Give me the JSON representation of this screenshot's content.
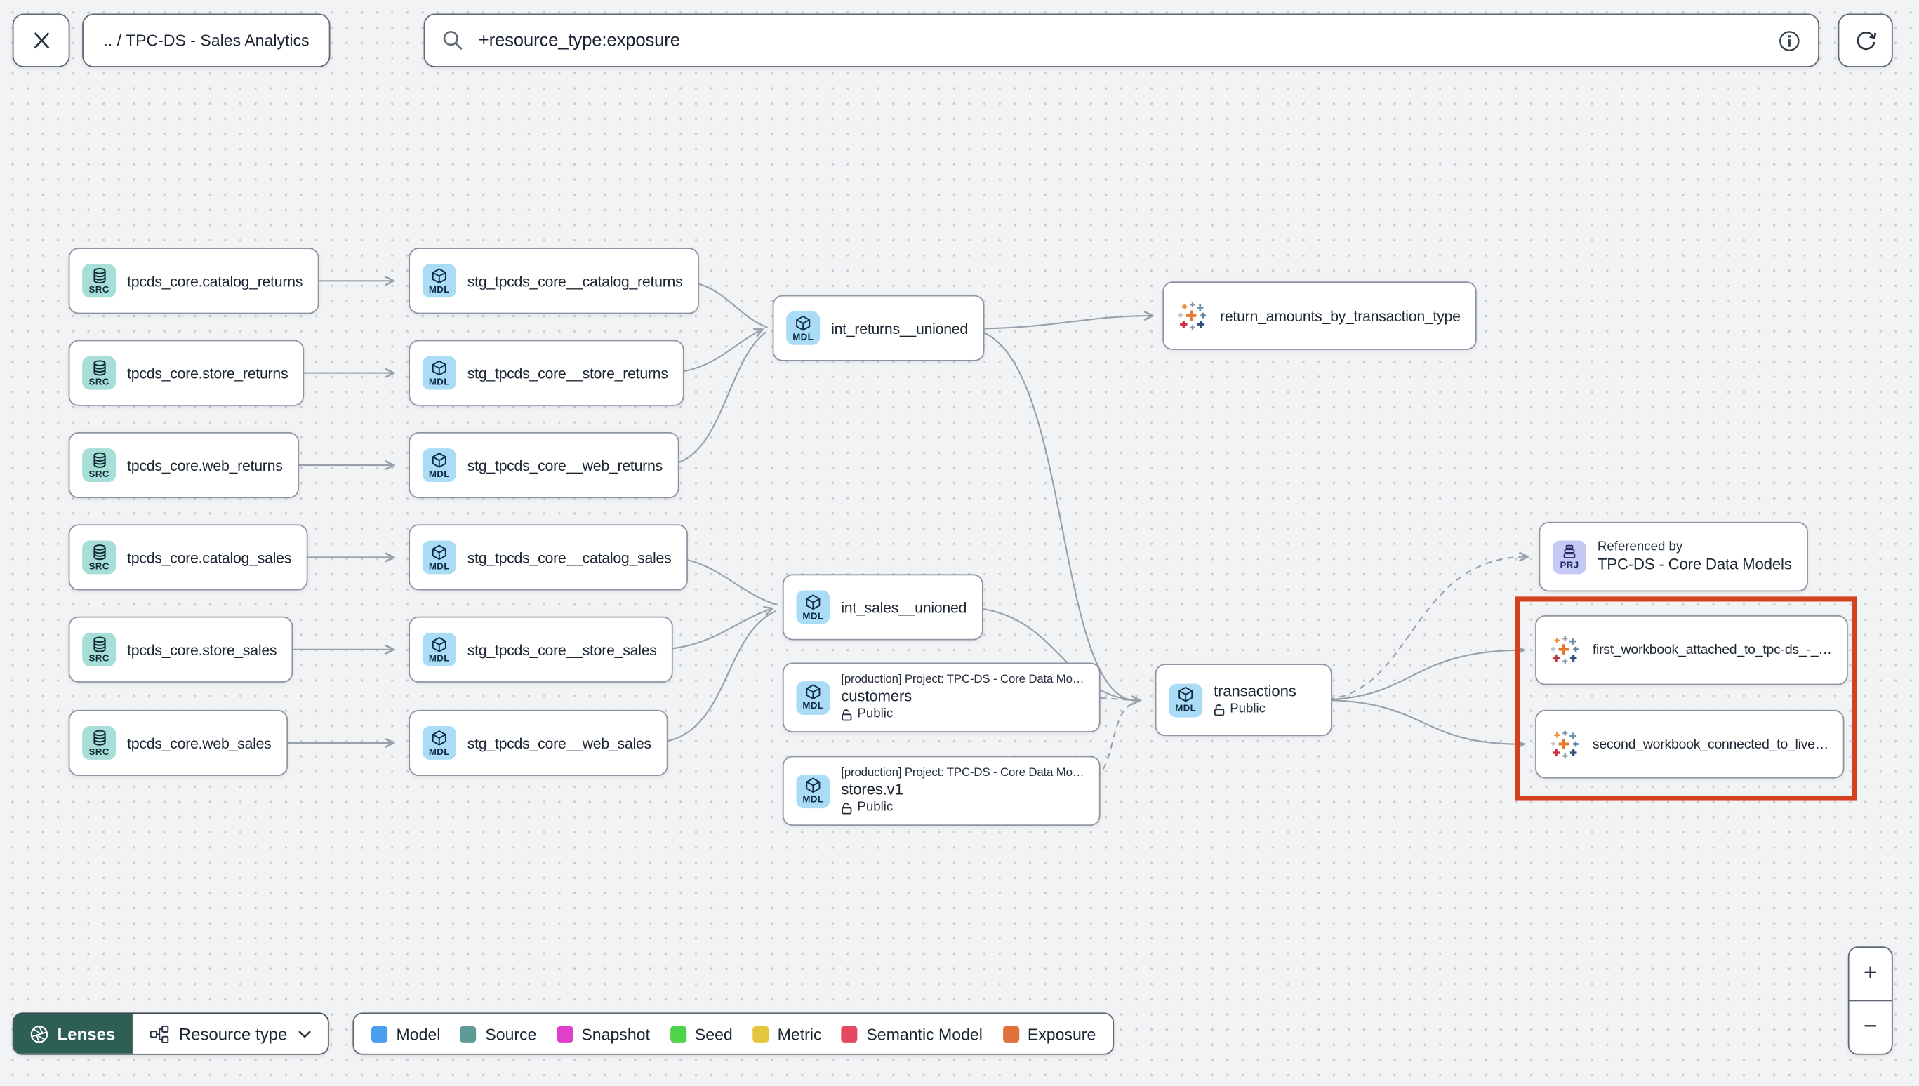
{
  "topbar": {
    "breadcrumb": ".. / TPC-DS - Sales Analytics",
    "search_value": "+resource_type:exposure"
  },
  "badges": {
    "src": "SRC",
    "mdl": "MDL",
    "prj": "PRJ"
  },
  "nodes": {
    "src1": {
      "label": "tpcds_core.catalog_returns"
    },
    "src2": {
      "label": "tpcds_core.store_returns"
    },
    "src3": {
      "label": "tpcds_core.web_returns"
    },
    "src4": {
      "label": "tpcds_core.catalog_sales"
    },
    "src5": {
      "label": "tpcds_core.store_sales"
    },
    "src6": {
      "label": "tpcds_core.web_sales"
    },
    "stg1": {
      "label": "stg_tpcds_core__catalog_returns"
    },
    "stg2": {
      "label": "stg_tpcds_core__store_returns"
    },
    "stg3": {
      "label": "stg_tpcds_core__web_returns"
    },
    "stg4": {
      "label": "stg_tpcds_core__catalog_sales"
    },
    "stg5": {
      "label": "stg_tpcds_core__store_sales"
    },
    "stg6": {
      "label": "stg_tpcds_core__web_sales"
    },
    "int_returns": {
      "label": "int_returns__unioned"
    },
    "int_sales": {
      "label": "int_sales__unioned"
    },
    "customers": {
      "project": "[production] Project: TPC-DS - Core Data Mo…",
      "label": "customers",
      "access": "Public"
    },
    "stores": {
      "project": "[production] Project: TPC-DS - Core Data Mo…",
      "label": "stores.v1",
      "access": "Public"
    },
    "exposure_returns": {
      "label": "return_amounts_by_transaction_type"
    },
    "transactions": {
      "label": "transactions",
      "access": "Public"
    },
    "project_ref": {
      "title": "Referenced by",
      "label": "TPC-DS - Core Data Models"
    },
    "workbook1": {
      "label": "first_workbook_attached_to_tpc-ds_-_…"
    },
    "workbook2": {
      "label": "second_workbook_connected_to_live…"
    }
  },
  "footer": {
    "lenses": "Lenses",
    "resource_type": "Resource type",
    "legend": [
      {
        "label": "Model",
        "color": "#4a9eef"
      },
      {
        "label": "Source",
        "color": "#5e9b97"
      },
      {
        "label": "Snapshot",
        "color": "#df3fc9"
      },
      {
        "label": "Seed",
        "color": "#4ed44a"
      },
      {
        "label": "Metric",
        "color": "#e6c53e"
      },
      {
        "label": "Semantic Model",
        "color": "#e54860"
      },
      {
        "label": "Exposure",
        "color": "#e1703c"
      }
    ]
  },
  "zoom_controls": {
    "zoom_in": "+",
    "zoom_out": "−"
  },
  "colors": {
    "highlight_box": "#d5411d",
    "edge": "#98a0ac"
  }
}
